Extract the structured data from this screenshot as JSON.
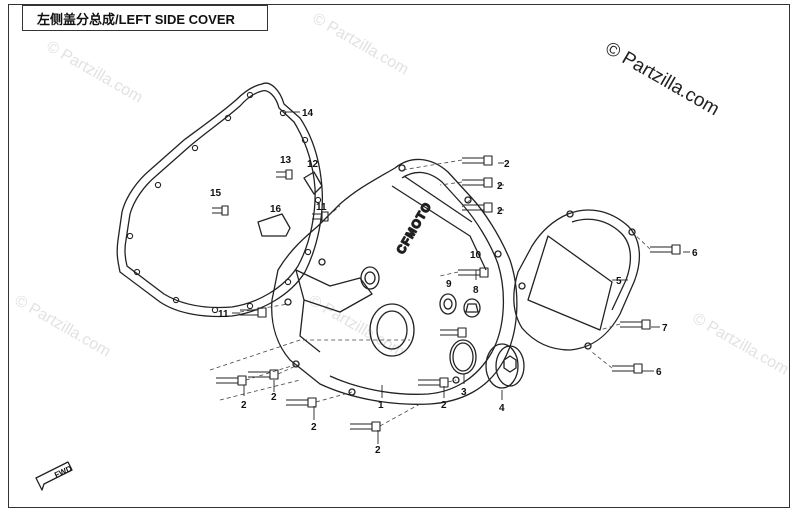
{
  "title": "左侧盖分总成/LEFT SIDE COVER",
  "watermark": "© Partzilla.com",
  "arrow_label": "FWD",
  "cover_brand": "CFMOTO",
  "callouts": [
    "14",
    "13",
    "12",
    "15",
    "16",
    "11",
    "2",
    "2",
    "2",
    "10",
    "9",
    "8",
    "5",
    "6",
    "7",
    "6",
    "11",
    "1",
    "2",
    "2",
    "2",
    "2",
    "2",
    "3",
    "4"
  ]
}
